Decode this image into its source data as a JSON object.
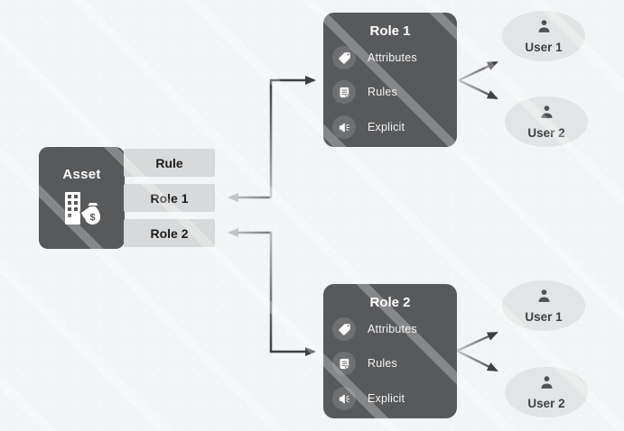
{
  "asset": {
    "label": "Asset",
    "icon": "building-moneybag-icon",
    "rows": [
      {
        "label": "Rule"
      },
      {
        "label": "Role 1"
      },
      {
        "label": "Role 2"
      }
    ]
  },
  "roles": [
    {
      "title": "Role 1",
      "items": [
        {
          "icon": "tag-icon",
          "label": "Attributes"
        },
        {
          "icon": "scroll-icon",
          "label": "Rules"
        },
        {
          "icon": "megaphone-icon",
          "label": "Explicit"
        }
      ]
    },
    {
      "title": "Role 2",
      "items": [
        {
          "icon": "tag-icon",
          "label": "Attributes"
        },
        {
          "icon": "scroll-icon",
          "label": "Rules"
        },
        {
          "icon": "megaphone-icon",
          "label": "Explicit"
        }
      ]
    }
  ],
  "user_groups": [
    {
      "users": [
        {
          "label": "User 1"
        },
        {
          "label": "User 2"
        }
      ]
    },
    {
      "users": [
        {
          "label": "User 1"
        },
        {
          "label": "User 2"
        }
      ]
    }
  ],
  "colors": {
    "background": "#f3f4f6",
    "node_dark": "#58595b",
    "row_light": "#d8d9da",
    "user_ellipse": "#e3e4e5",
    "arrow_dark": "#3e3f41",
    "arrow_light": "#c3c5c7"
  }
}
